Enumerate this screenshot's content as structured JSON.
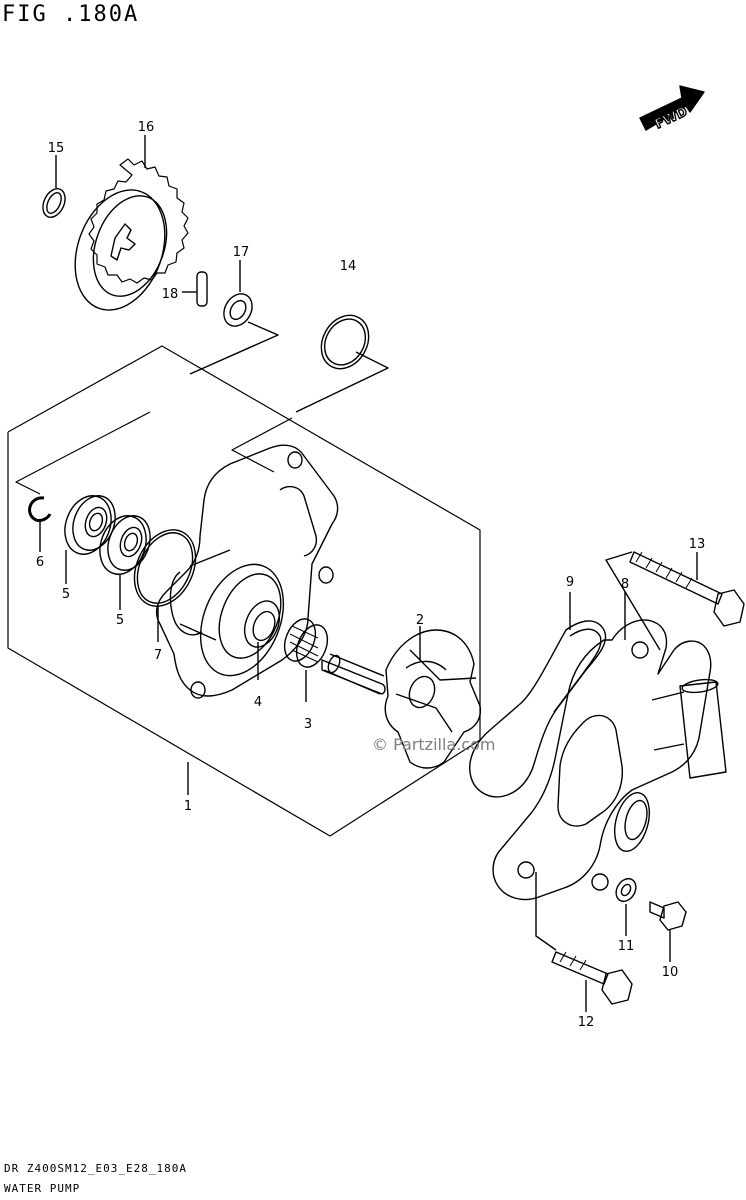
{
  "figure": {
    "title": "FIG .180A",
    "direction_label": "FWD",
    "watermark": "© Partzilla.com",
    "footer_code": "DR Z400SM12_E03_E28_180A",
    "footer_name": "WATER PUMP"
  },
  "callouts": [
    {
      "id": "c1",
      "text": "1"
    },
    {
      "id": "c2",
      "text": "2"
    },
    {
      "id": "c3",
      "text": "3"
    },
    {
      "id": "c4",
      "text": "4"
    },
    {
      "id": "c5a",
      "text": "5"
    },
    {
      "id": "c5b",
      "text": "5"
    },
    {
      "id": "c6",
      "text": "6"
    },
    {
      "id": "c7",
      "text": "7"
    },
    {
      "id": "c8",
      "text": "8"
    },
    {
      "id": "c9",
      "text": "9"
    },
    {
      "id": "c10",
      "text": "10"
    },
    {
      "id": "c11",
      "text": "11"
    },
    {
      "id": "c12",
      "text": "12"
    },
    {
      "id": "c13",
      "text": "13"
    },
    {
      "id": "c14",
      "text": "14"
    },
    {
      "id": "c15",
      "text": "15"
    },
    {
      "id": "c16",
      "text": "16"
    },
    {
      "id": "c17",
      "text": "17"
    },
    {
      "id": "c18",
      "text": "18"
    }
  ]
}
